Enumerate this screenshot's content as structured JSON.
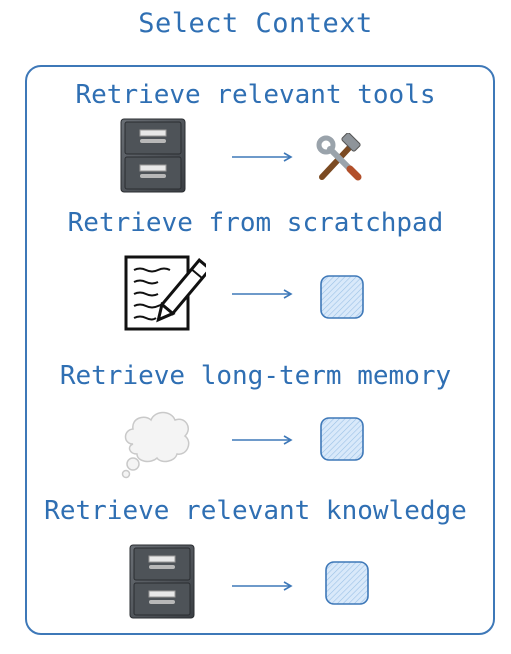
{
  "title": "Select Context",
  "sections": [
    {
      "label": "Retrieve relevant tools",
      "icon": "file-cabinet-icon",
      "result": "tools-icon"
    },
    {
      "label": "Retrieve from scratchpad",
      "icon": "scratchpad-icon",
      "result": "context-block"
    },
    {
      "label": "Retrieve long-term memory",
      "icon": "thought-bubble-icon",
      "result": "context-block"
    },
    {
      "label": "Retrieve relevant knowledge",
      "icon": "file-cabinet-icon",
      "result": "context-block"
    }
  ],
  "colors": {
    "text": "#2f6fb3",
    "frame": "#3e78b8",
    "block_fill": "#cfe2f7",
    "block_stroke": "#3e78b8"
  }
}
